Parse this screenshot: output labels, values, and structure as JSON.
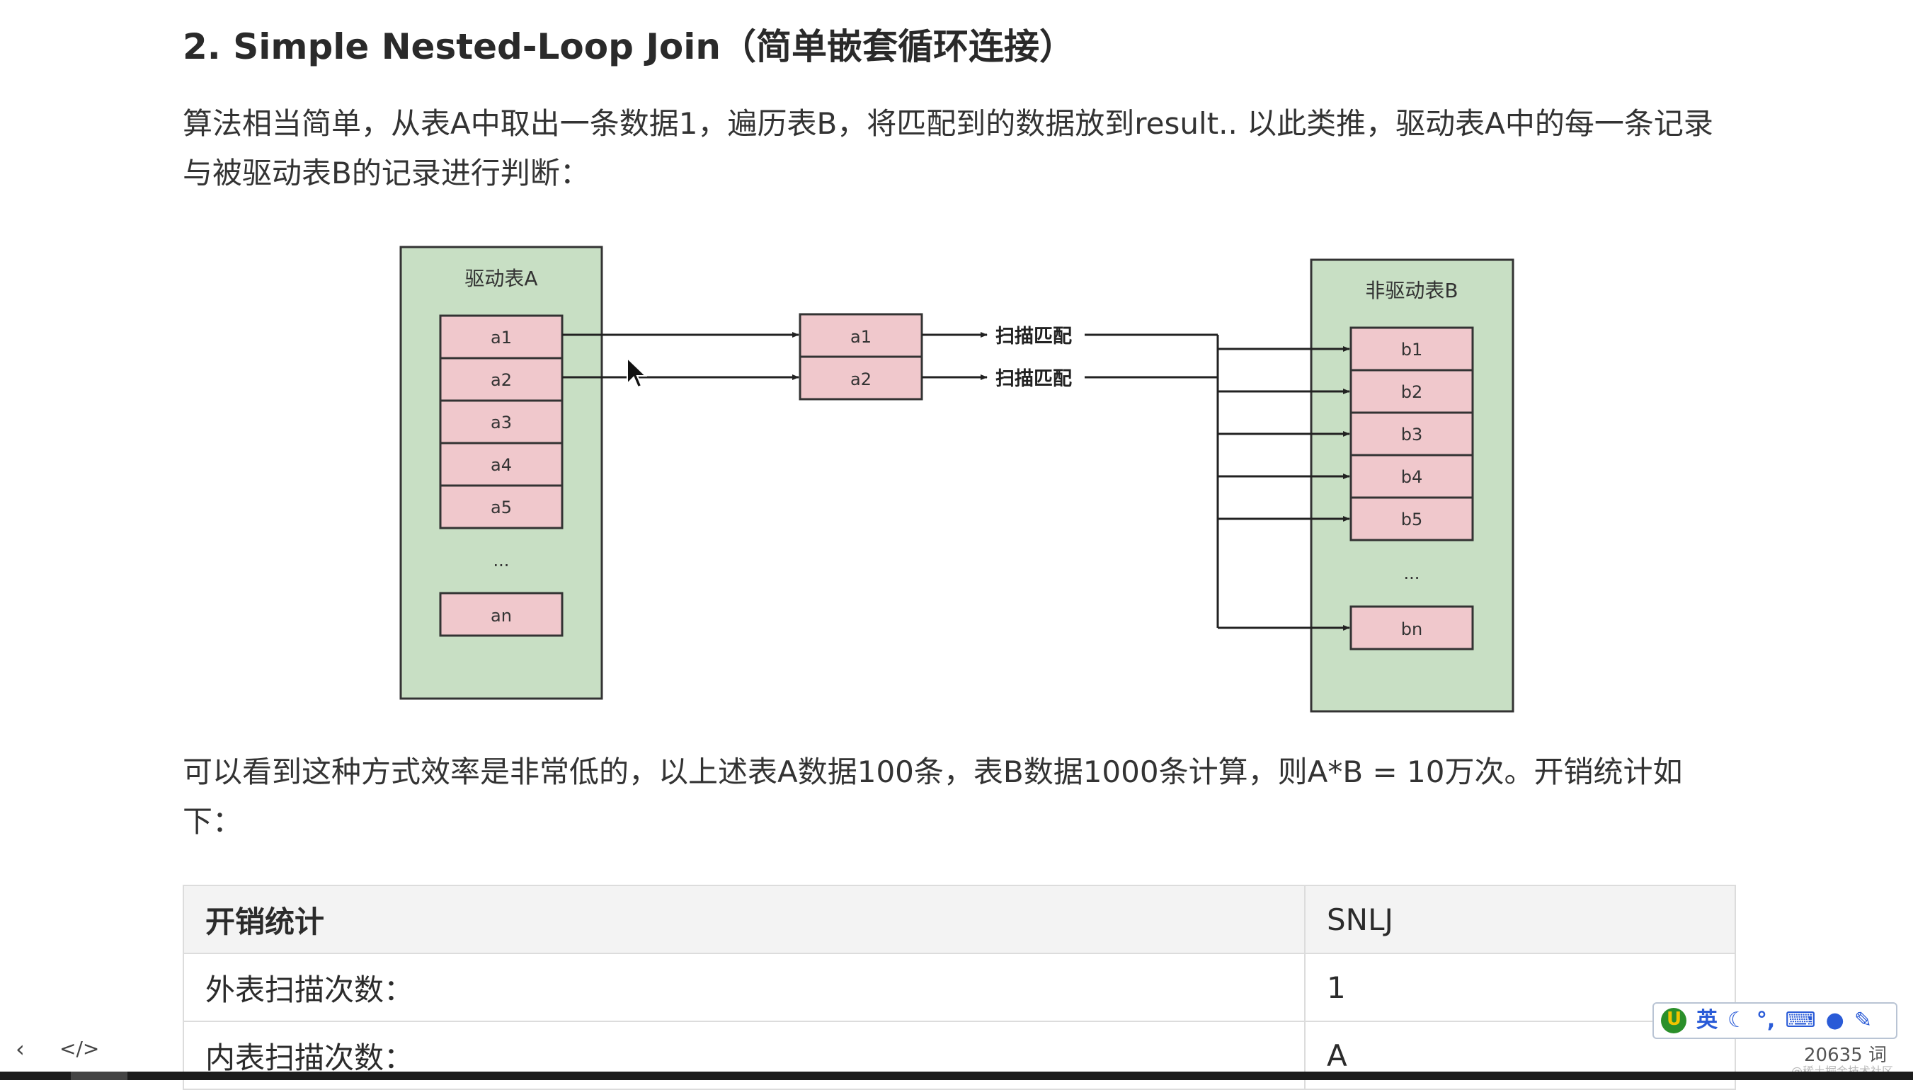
{
  "article": {
    "heading": "2. Simple Nested-Loop Join（简单嵌套循环连接）",
    "para1": "算法相当简单，从表A中取出一条数据1，遍历表B，将匹配到的数据放到result.. 以此类推，驱动表A中的每一条记录与被驱动表B的记录进行判断：",
    "para2": "可以看到这种方式效率是非常低的，以上述表A数据100条，表B数据1000条计算，则A*B = 10万次。开销统计如下："
  },
  "diagram": {
    "driver_label": "驱动表A",
    "driver_rows": [
      "a1",
      "a2",
      "a3",
      "a4",
      "a5"
    ],
    "driver_ellipsis": "...",
    "driver_last": "an",
    "buffer_rows": [
      "a1",
      "a2"
    ],
    "scan_label": "扫描匹配",
    "driven_label": "非驱动表B",
    "driven_rows": [
      "b1",
      "b2",
      "b3",
      "b4",
      "b5"
    ],
    "driven_ellipsis": "...",
    "driven_last": "bn",
    "colors": {
      "table_bg": "#c8dfc4",
      "row_bg": "#f0c8cc",
      "border": "#333333"
    }
  },
  "table": {
    "header": {
      "c1": "开销统计",
      "c2": "SNLJ"
    },
    "rows": [
      {
        "c1": "外表扫描次数：",
        "c2": "1"
      },
      {
        "c1": "内表扫描次数：",
        "c2": "A"
      }
    ]
  },
  "toolbar": {
    "ime_mode": "英",
    "word_count": "20635 词",
    "watermark": "@稀土掘金技术社区"
  }
}
